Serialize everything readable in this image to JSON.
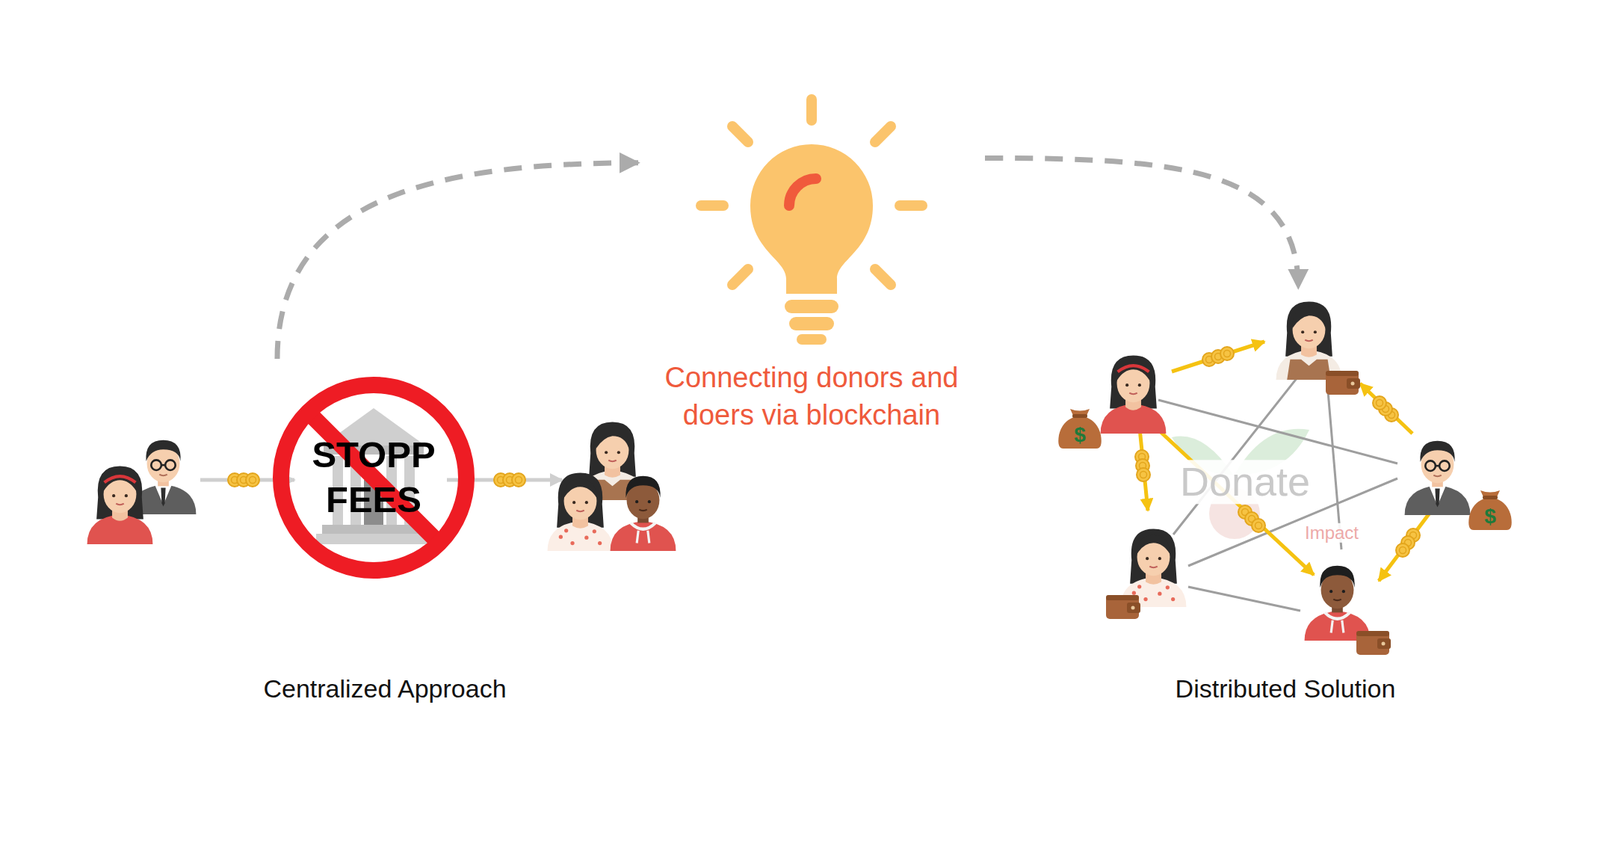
{
  "diagram": {
    "nodes": [
      {
        "text": [
          "Centralized Approach"
        ]
      },
      {
        "text": [
          "STOPP FEES"
        ],
        "in": 0
      },
      {
        "text": [
          "Connecting donors and doers via blockchain"
        ]
      },
      {
        "text": [
          "Distributed Solution"
        ]
      }
    ],
    "edges": [
      {
        "from": 0,
        "to": 2,
        "arrow": "to"
      },
      {
        "from": 2,
        "to": 3,
        "arrow": "to"
      }
    ],
    "labels": [
      "$",
      "$",
      "Donate",
      "Impact"
    ]
  }
}
